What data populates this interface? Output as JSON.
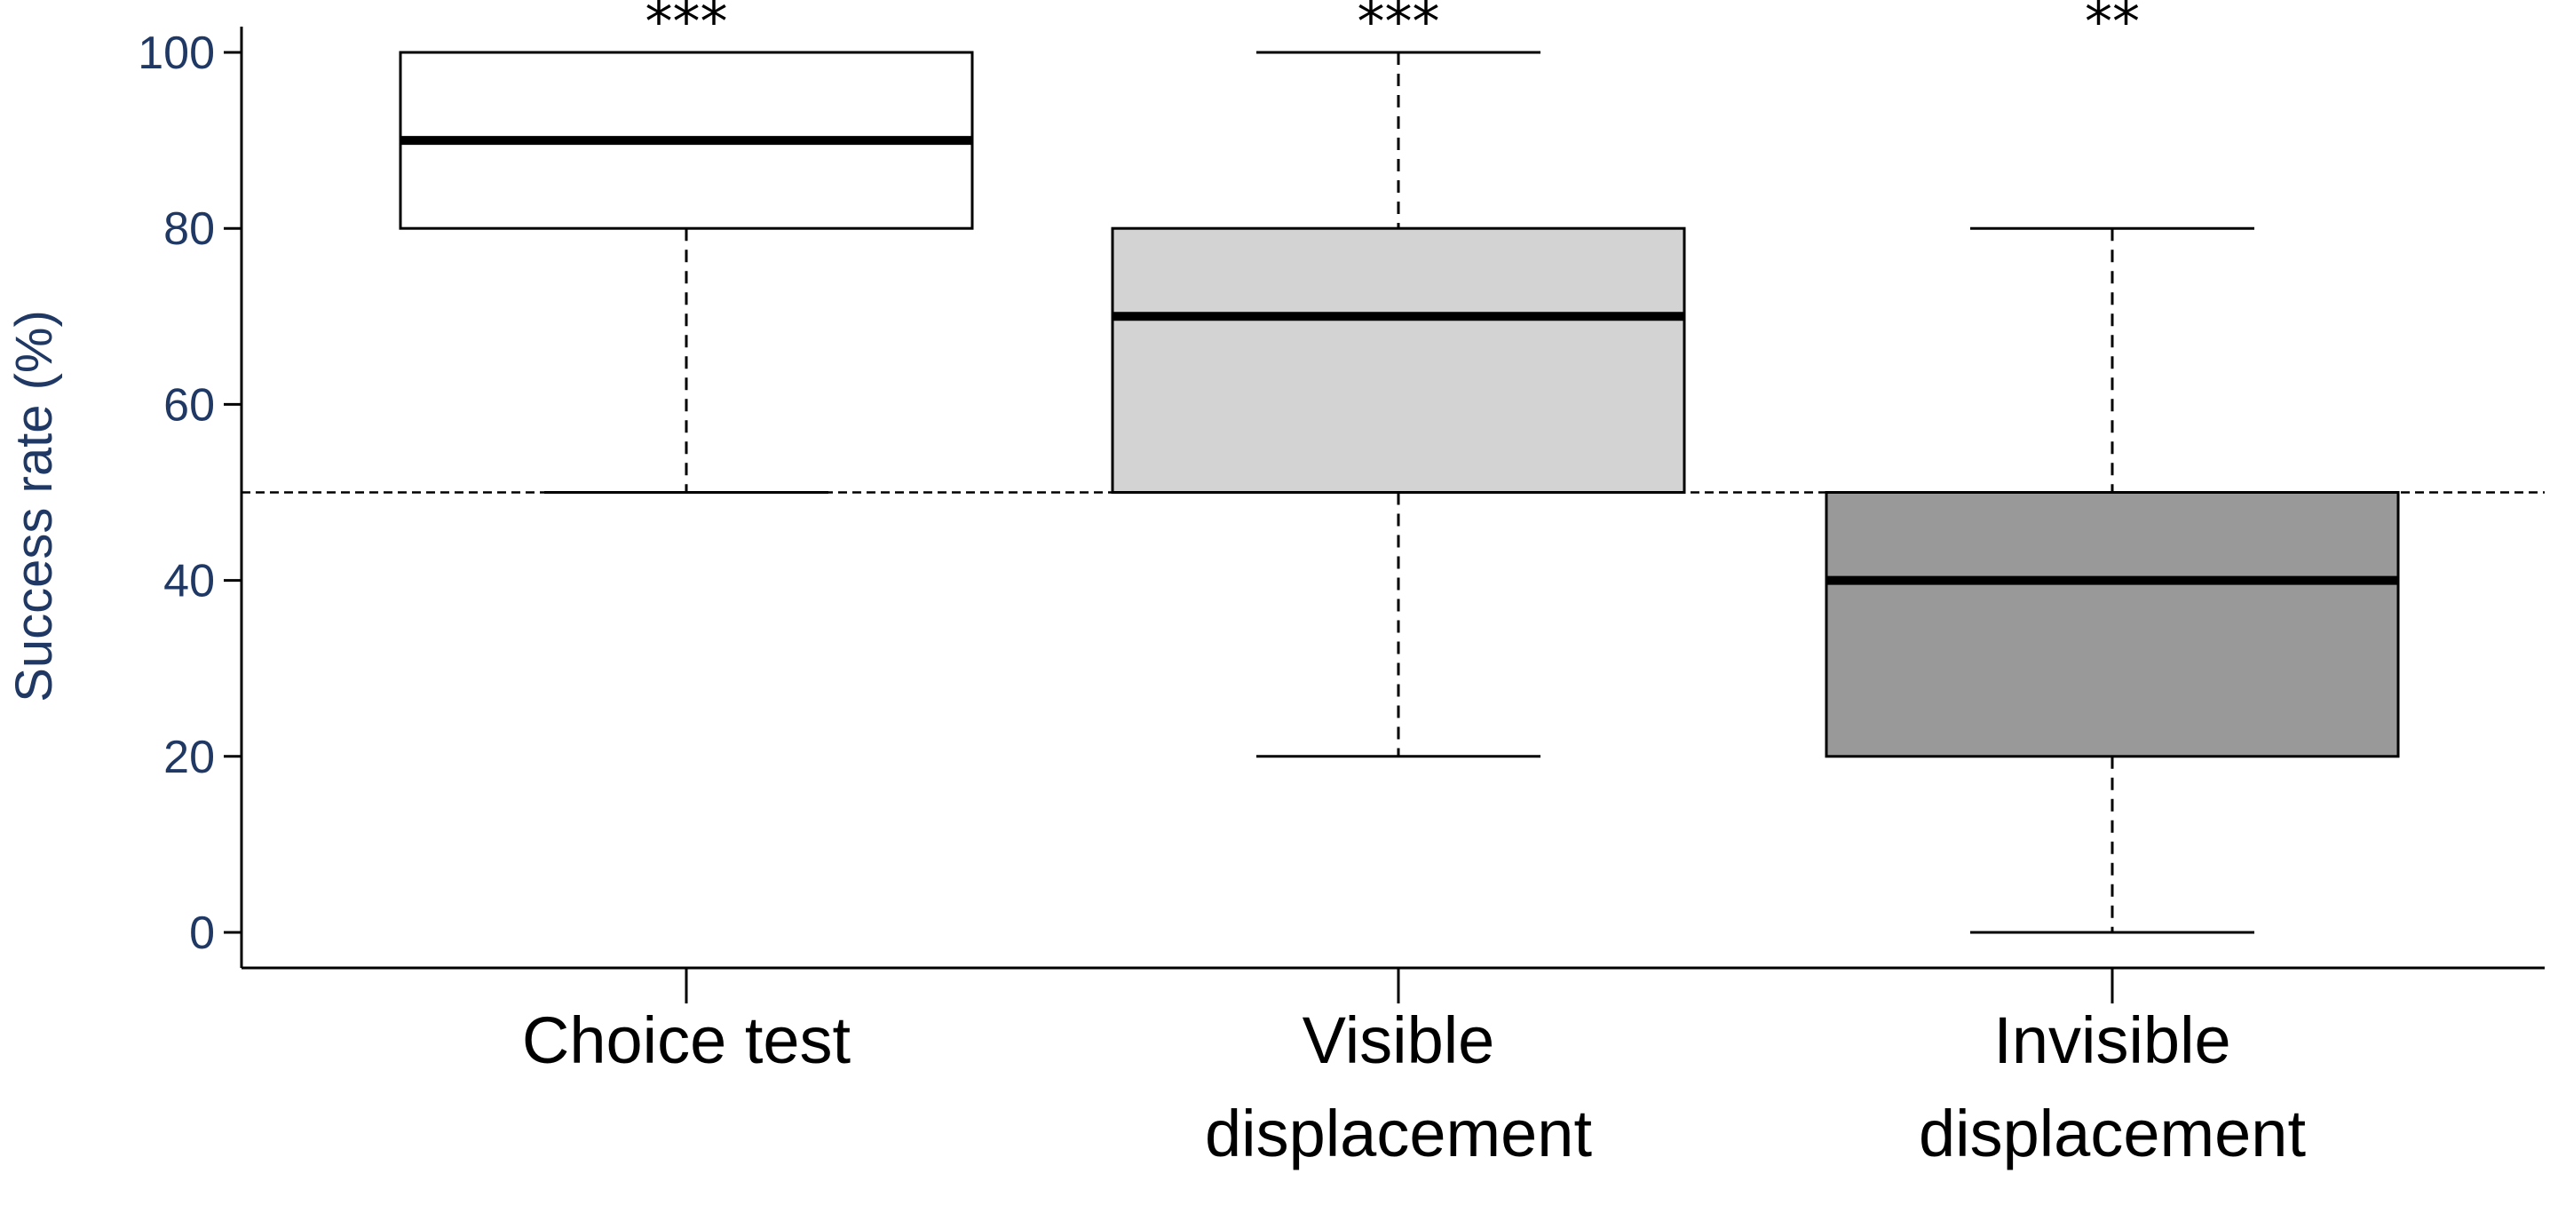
{
  "chart_data": {
    "type": "box",
    "ylabel": "Success rate (%)",
    "ylim": [
      0,
      100
    ],
    "yticks": [
      0,
      20,
      40,
      60,
      80,
      100
    ],
    "reference_line": 50,
    "categories": [
      {
        "label_lines": [
          "Choice test"
        ],
        "fill": "#ffffff",
        "whisker_low": 50,
        "q1": 80,
        "median": 90,
        "q3": 100,
        "whisker_high": 100,
        "significance": "***"
      },
      {
        "label_lines": [
          "Visible",
          "displacement"
        ],
        "fill": "#d3d3d3",
        "whisker_low": 20,
        "q1": 50,
        "median": 70,
        "q3": 80,
        "whisker_high": 100,
        "significance": "***"
      },
      {
        "label_lines": [
          "Invisible",
          "displacement"
        ],
        "fill": "#999999",
        "whisker_low": 0,
        "q1": 20,
        "median": 40,
        "q3": 50,
        "whisker_high": 80,
        "significance": "**"
      }
    ],
    "colors": {
      "axis": "#000000",
      "tick_text": "#1f3864"
    }
  }
}
